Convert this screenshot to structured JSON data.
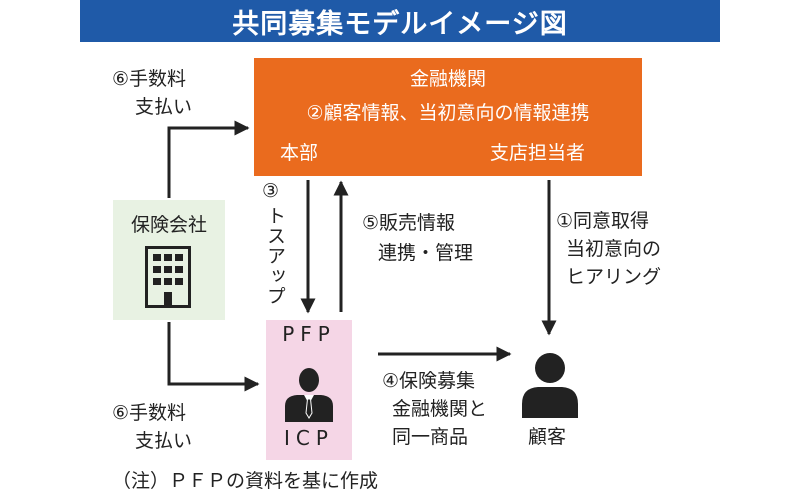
{
  "title": "共同募集モデルイメージ図",
  "bank": {
    "name": "金融機関",
    "info_link": "②顧客情報、当初意向の情報連携",
    "hq": "本部",
    "branch": "支店担当者"
  },
  "insurer": {
    "label": "保険会社",
    "icon": "building-icon"
  },
  "pfp": {
    "top_label": "PFP",
    "bottom_label": "ICP",
    "icon": "businessman-icon"
  },
  "customer": {
    "label": "顧客",
    "icon": "person-icon"
  },
  "labels": {
    "fee_top_line1": "⑥手数料",
    "fee_top_line2": "支払い",
    "fee_bottom_line1": "⑥手数料",
    "fee_bottom_line2": "支払い",
    "toss_up_num": "③",
    "toss_up": "トスアップ",
    "sales_line1": "⑤販売情報",
    "sales_line2": "連携・管理",
    "consent_line1": "①同意取得",
    "consent_line2": "当初意向の",
    "consent_line3": "ヒアリング",
    "recruit_line1": "④保険募集",
    "recruit_line2": "金融機関と",
    "recruit_line3": "同一商品"
  },
  "note": "（注）ＰＦＰの資料を基に作成",
  "colors": {
    "title_bg": "#1f5aa8",
    "bank_bg": "#ea6b1e",
    "insurer_bg": "#e8f2e3",
    "pfp_bg": "#f5d6e6",
    "arrow": "#222222"
  }
}
